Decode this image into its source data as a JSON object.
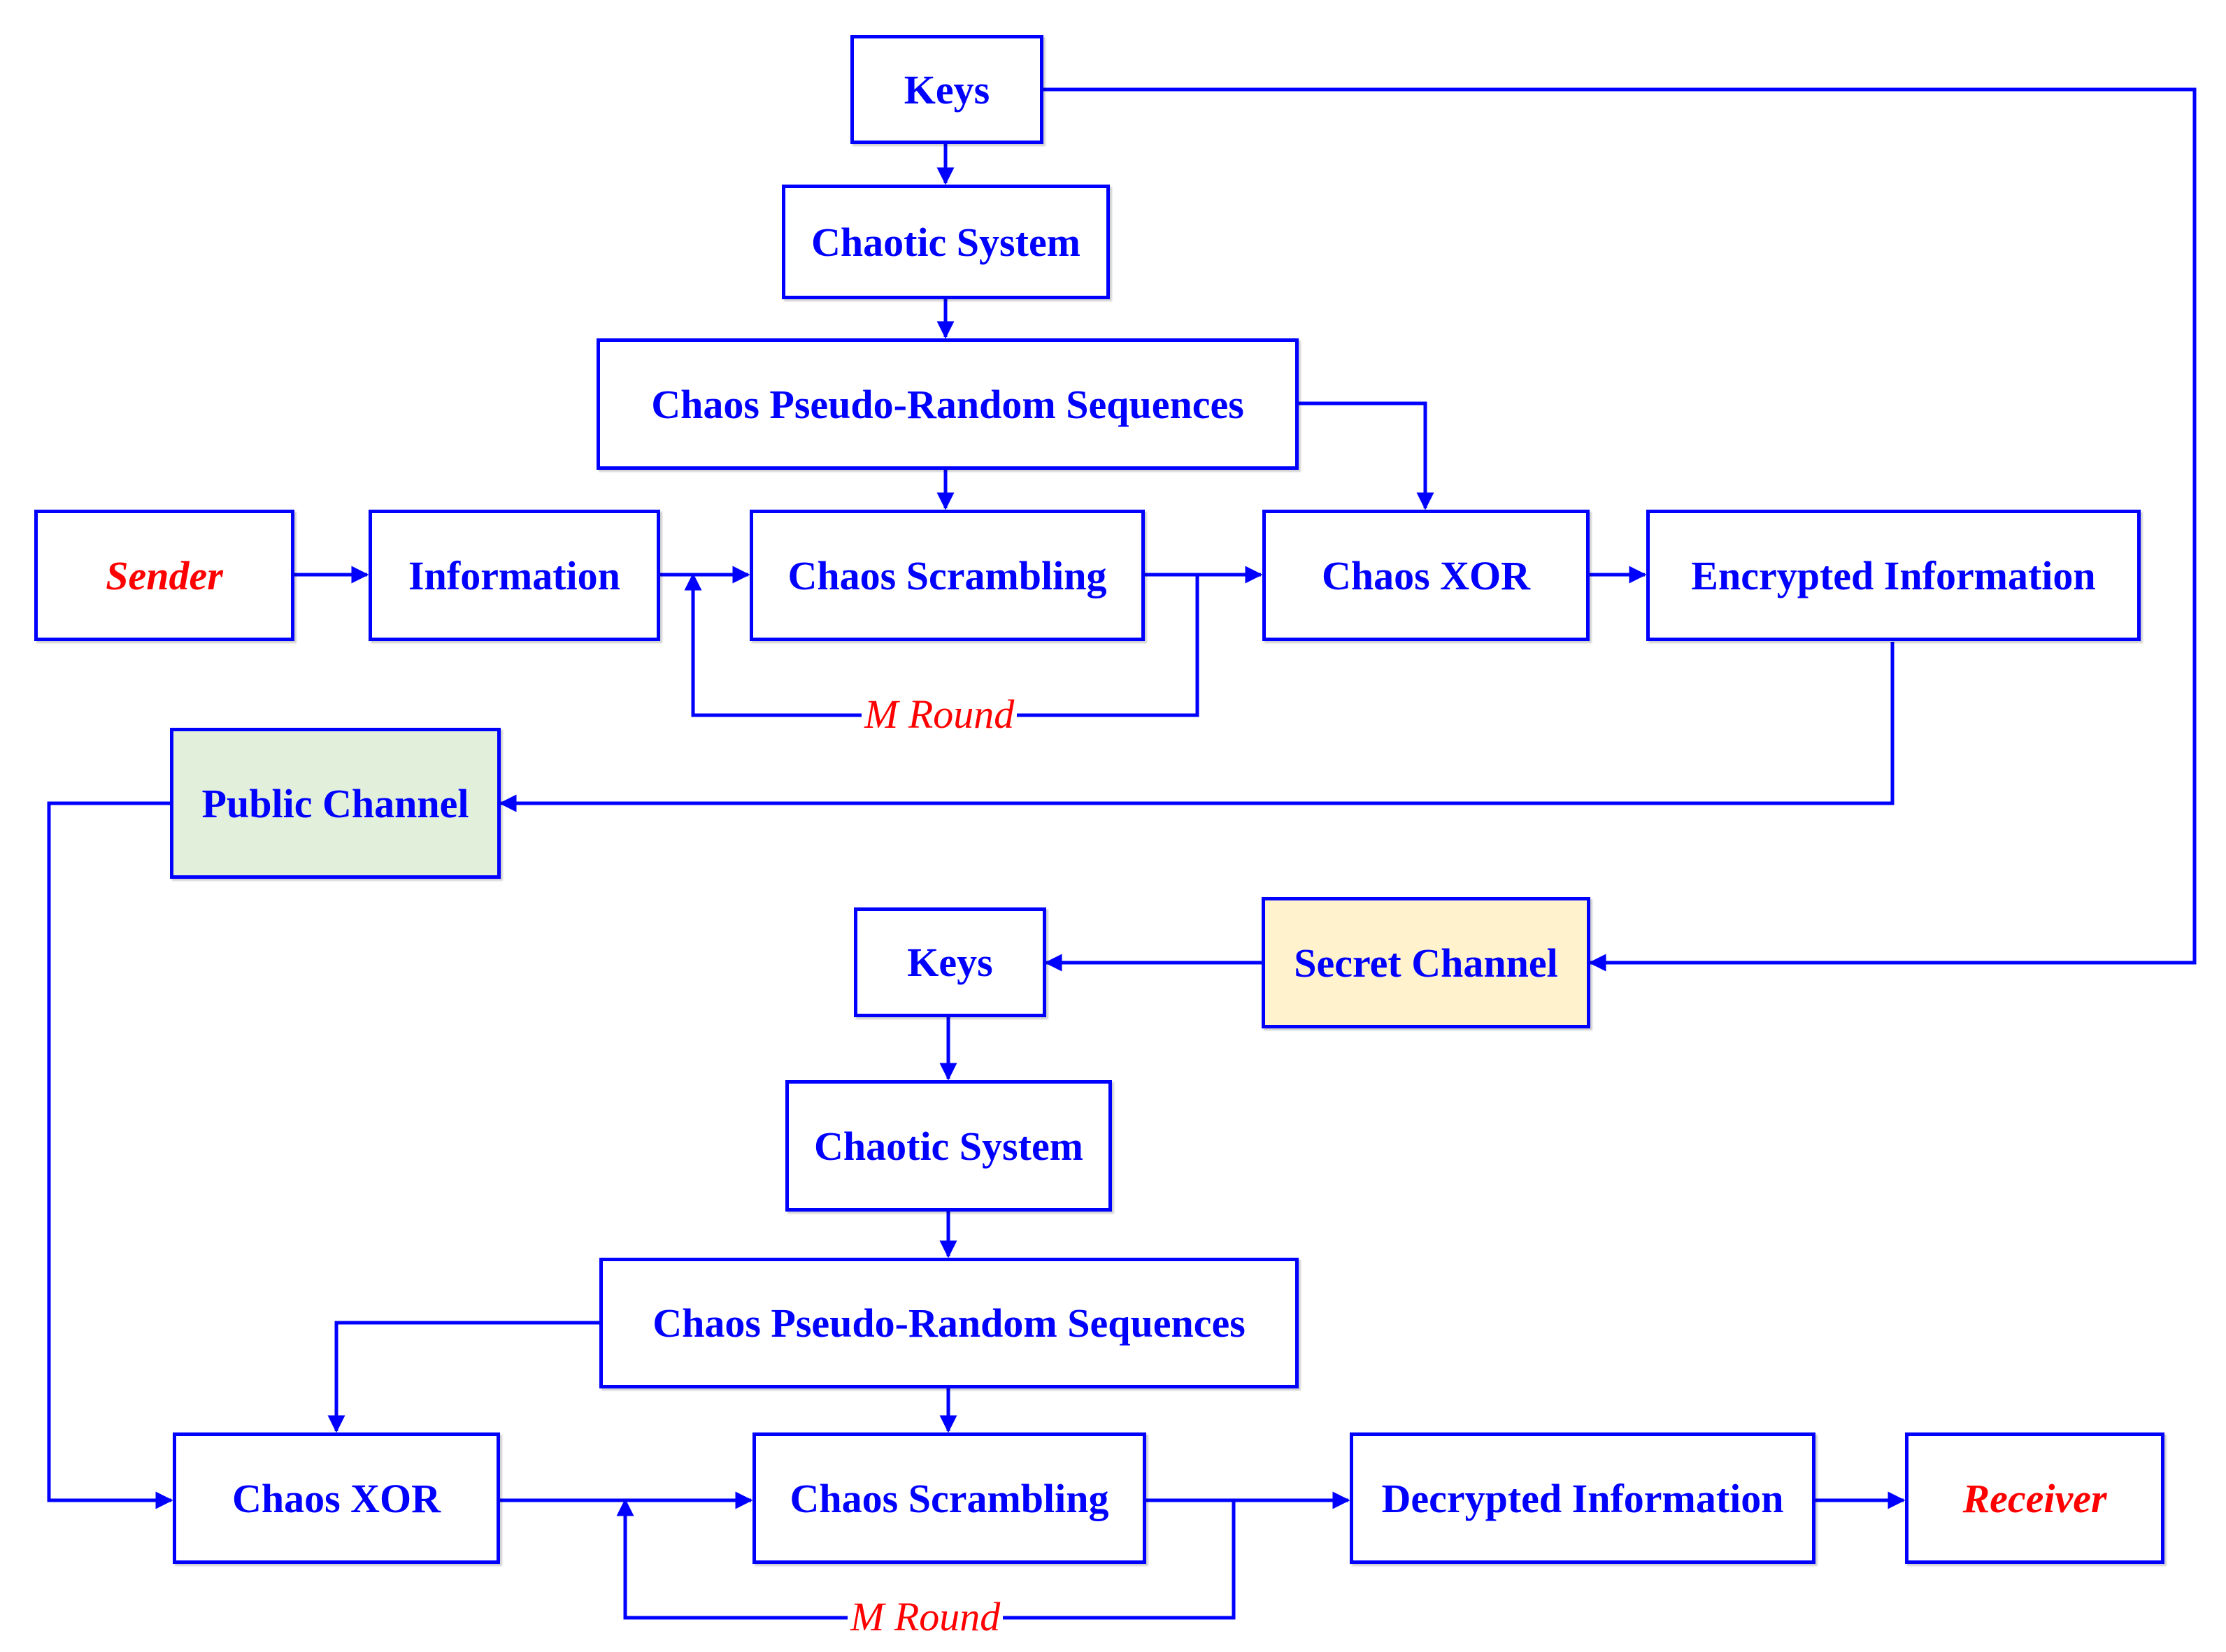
{
  "encrypt": {
    "keys": "Keys",
    "chaotic_system": "Chaotic System",
    "sequences": "Chaos Pseudo-Random Sequences",
    "sender": "Sender",
    "information": "Information",
    "scrambling": "Chaos Scrambling",
    "xor": "Chaos XOR",
    "encrypted": "Encrypted Information",
    "round": "M Round"
  },
  "channels": {
    "public": "Public Channel",
    "secret": "Secret Channel"
  },
  "decrypt": {
    "keys": "Keys",
    "chaotic_system": "Chaotic System",
    "sequences": "Chaos Pseudo-Random Sequences",
    "xor": "Chaos XOR",
    "scrambling": "Chaos Scrambling",
    "decrypted": "Decrypted Information",
    "receiver": "Receiver",
    "round": "M Round"
  },
  "colors": {
    "line": "#0000ff",
    "text": "#0000ff",
    "highlight_text": "#ff0000",
    "public_fill": "#e2efda",
    "secret_fill": "#fff2cc"
  }
}
